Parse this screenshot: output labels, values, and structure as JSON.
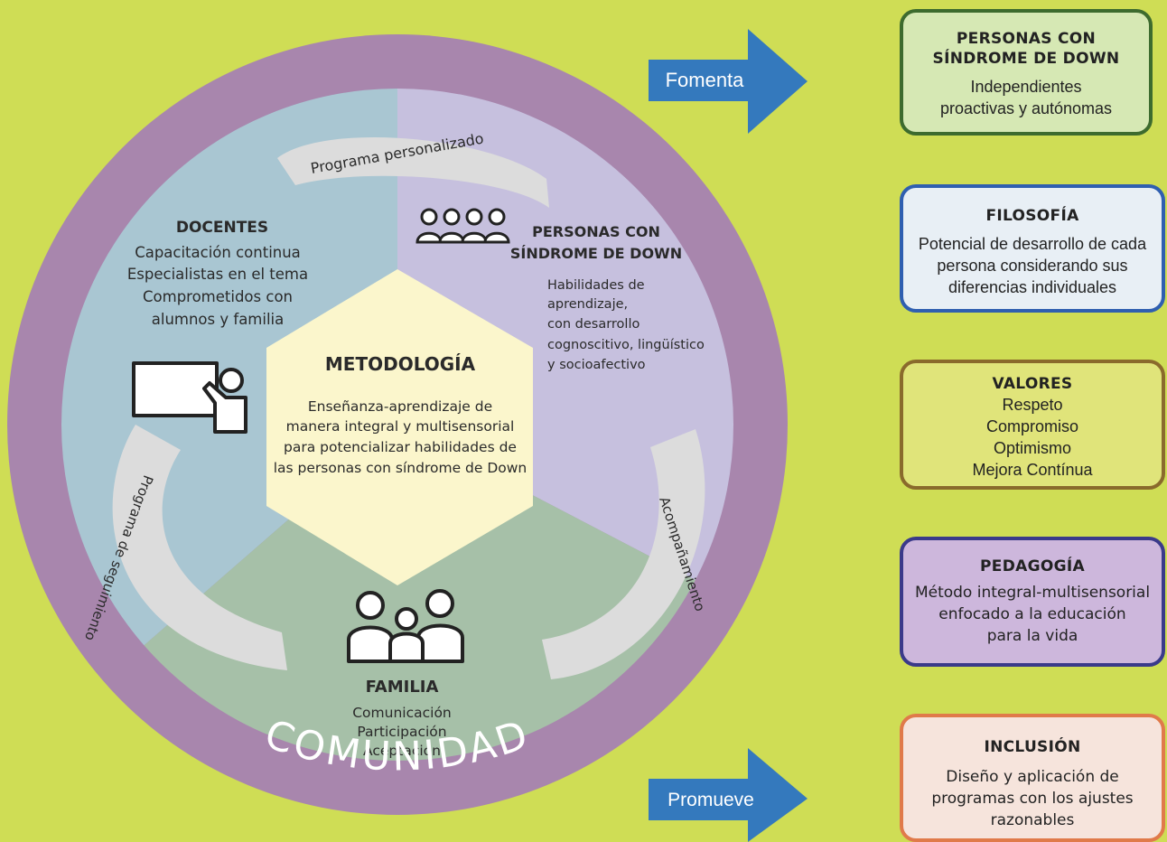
{
  "ring_label": "COMUNIDAD",
  "center": {
    "title": "METODOLOGÍA",
    "lines": [
      "Enseñanza-aprendizaje de",
      "manera integral y multisensorial",
      "para potencializar habilidades de",
      "las personas con síndrome de Down"
    ]
  },
  "docentes": {
    "title": "DOCENTES",
    "lines": [
      "Capacitación continua",
      "Especialistas en el tema",
      "Comprometidos con",
      "alumnos y familia"
    ]
  },
  "personas": {
    "title_lines": [
      "PERSONAS CON",
      "SÍNDROME DE DOWN"
    ],
    "lines": [
      "Habilidades de",
      "aprendizaje,",
      "con desarrollo",
      "cognoscitivo, lingüístico",
      "y socioafectivo"
    ]
  },
  "familia": {
    "title": "FAMILIA",
    "lines": [
      "Comunicación",
      "Participación",
      "Aceptación"
    ]
  },
  "arcs": {
    "top": "Programa personalizado",
    "right": "Acompañamiento",
    "left": "Programa de seguimiento"
  },
  "arrows": {
    "fomenta": "Fomenta",
    "promueve": "Promueve"
  },
  "panels": [
    {
      "title": "PERSONAS CON\nSÍNDROME DE DOWN",
      "lines": [
        "Independientes",
        "proactivas y autónomas"
      ],
      "border": "#3d6b2e",
      "bg": "#d6e8b4"
    },
    {
      "title": "FILOSOFÍA",
      "lines": [
        "Potencial de desarrollo de cada",
        "persona considerando sus",
        "diferencias individuales"
      ],
      "border": "#2f5fb0",
      "bg": "#e8eff5"
    },
    {
      "title": "VALORES",
      "lines": [
        "Respeto",
        "Compromiso",
        "Optimismo",
        "Mejora Contínua"
      ],
      "border": "#8a6a2c",
      "bg": "#e0e47a"
    },
    {
      "title": "PEDAGOGÍA",
      "lines": [
        "Método integral-multisensorial",
        "enfocado a la educación",
        "para la vida"
      ],
      "border": "#3a3a8a",
      "bg": "#cdb7dc"
    },
    {
      "title": "INCLUSIÓN",
      "lines": [
        "Diseño y aplicación de",
        "programas con los ajustes",
        "razonables"
      ],
      "border": "#e07a4a",
      "bg": "#f6e4dc"
    }
  ],
  "colors": {
    "background": "#cfdd55",
    "ring": "#a886ad",
    "docentes_sector": "#a9c6d2",
    "personas_sector": "#c6c0de",
    "familia_sector": "#a6c0a8",
    "center_hexagon": "#fbf6cc",
    "arcs": "#dcdcdc",
    "arrows": "#3479bd"
  },
  "icons": [
    "teacher-board-icon",
    "group-people-icon",
    "family-icon"
  ]
}
